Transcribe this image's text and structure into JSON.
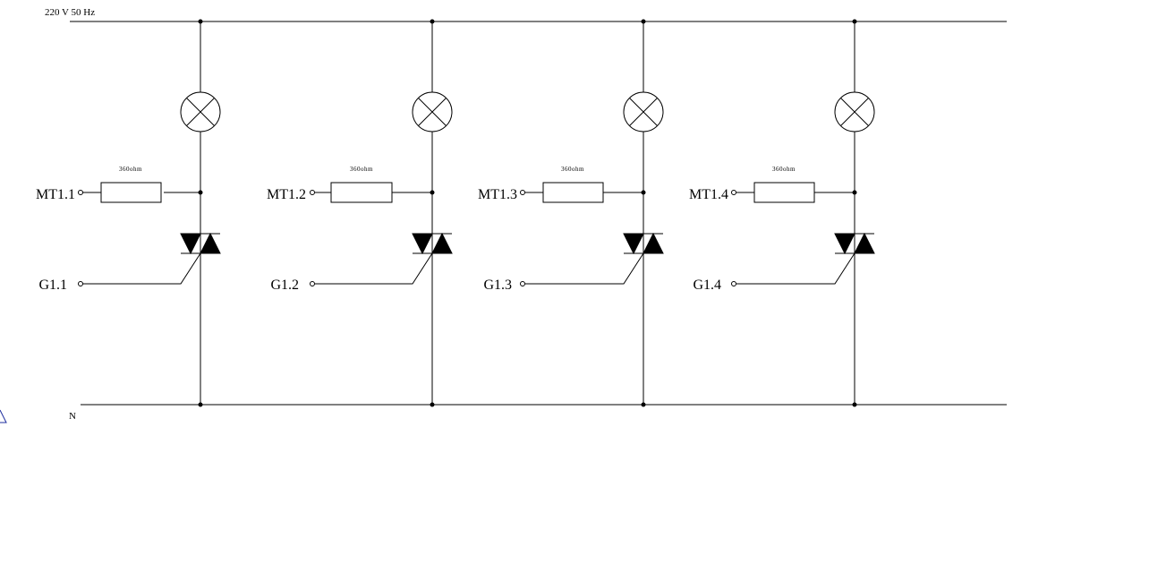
{
  "supply": {
    "label": "220 V 50 Hz"
  },
  "neutral": {
    "label": "N"
  },
  "channels": [
    {
      "mt_label": "MT1.1",
      "gate_label": "G1.1",
      "resistor_label": "360ohm"
    },
    {
      "mt_label": "MT1.2",
      "gate_label": "G1.2",
      "resistor_label": "360ohm"
    },
    {
      "mt_label": "MT1.3",
      "gate_label": "G1.3",
      "resistor_label": "360ohm"
    },
    {
      "mt_label": "MT1.4",
      "gate_label": "G1.4",
      "resistor_label": "360ohm"
    }
  ],
  "colors": {
    "ink": "#000000",
    "background": "#ffffff",
    "marker": "#1f2f9f"
  }
}
